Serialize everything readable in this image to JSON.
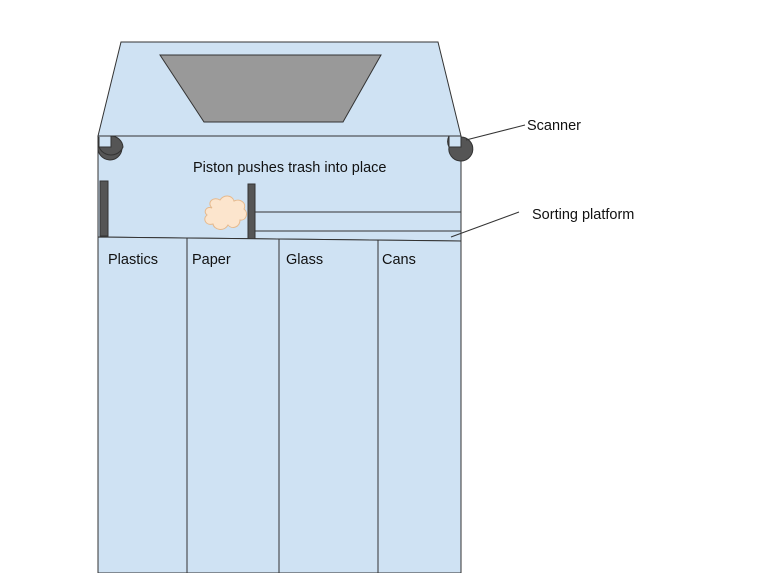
{
  "labels": {
    "scanner": "Scanner",
    "sorting_platform": "Sorting platform",
    "piston_caption": "Piston pushes trash into place"
  },
  "bins": [
    {
      "label": "Plastics"
    },
    {
      "label": "Paper"
    },
    {
      "label": "Glass"
    },
    {
      "label": "Cans"
    }
  ],
  "colors": {
    "body_fill": "#cfe2f3",
    "outline": "#333333",
    "chute_fill": "#999999",
    "piston_fill": "#555555",
    "scanner_fill": "#555555",
    "trash_fill": "#fce5cd",
    "trash_stroke": "#e6b98c"
  }
}
